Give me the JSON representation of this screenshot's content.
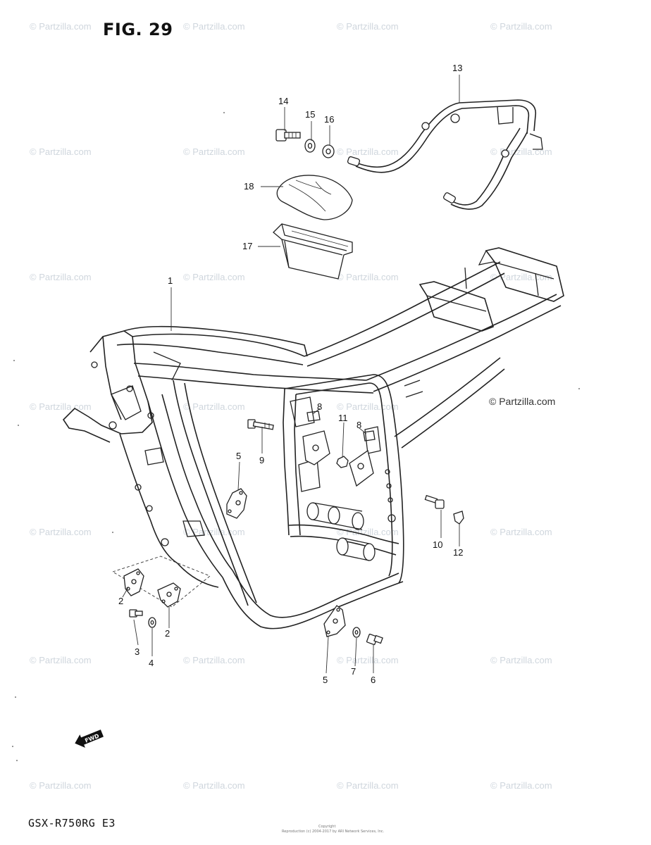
{
  "figure": {
    "title": "FIG. 29",
    "model": "GSX-R750RG  E3"
  },
  "watermark": {
    "text": "© Partzilla.com",
    "main_text": "© Partzilla.com"
  },
  "copyright_small": {
    "line1": "Copyright",
    "line2": "Reproduction (c) 2004-2017 by ARI Network Services, Inc."
  },
  "fwd_label": "FWD",
  "callouts": {
    "c1": "1",
    "c2a": "2",
    "c2b": "2",
    "c3": "3",
    "c4": "4",
    "c5a": "5",
    "c5b": "5",
    "c6": "6",
    "c7": "7",
    "c8a": "8",
    "c8b": "8",
    "c9": "9",
    "c10": "10",
    "c11": "11",
    "c12": "12",
    "c13": "13",
    "c14": "14",
    "c15": "15",
    "c16": "16",
    "c17": "17",
    "c18": "18"
  },
  "colors": {
    "line": "#222222",
    "watermark": "#cfd6dd",
    "background": "#ffffff"
  }
}
